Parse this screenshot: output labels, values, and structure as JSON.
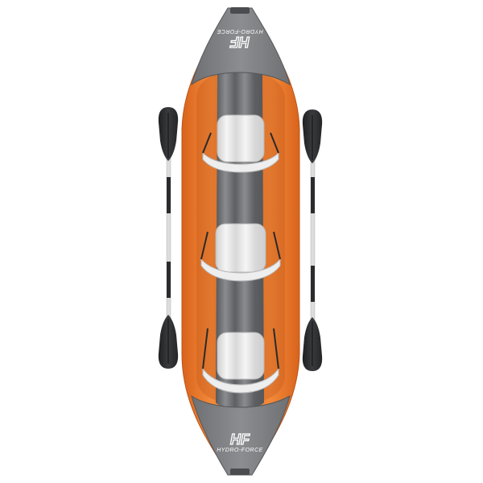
{
  "image": {
    "description": "Top-down product photo of an orange and grey three-seat inflatable kayak with two double-bladed paddles on either side",
    "background_color": "#ffffff"
  },
  "kayak": {
    "hull_color": "#ee7a2a",
    "deck_color": "#5f6163",
    "floor_color": "#6b6d70",
    "seat_color": "#e9e9e9",
    "seat_count": 3,
    "bow_logo": {
      "mark": "HF",
      "text": "HYDRO-FORCE"
    },
    "stern_logo": {
      "mark": "HF",
      "text": "HYDRO-FORCE"
    }
  },
  "paddles": [
    {
      "side": "left",
      "blade_color": "#2f3032",
      "shaft_color": "#d9d9d9"
    },
    {
      "side": "right",
      "blade_color": "#2f3032",
      "shaft_color": "#d9d9d9"
    }
  ]
}
